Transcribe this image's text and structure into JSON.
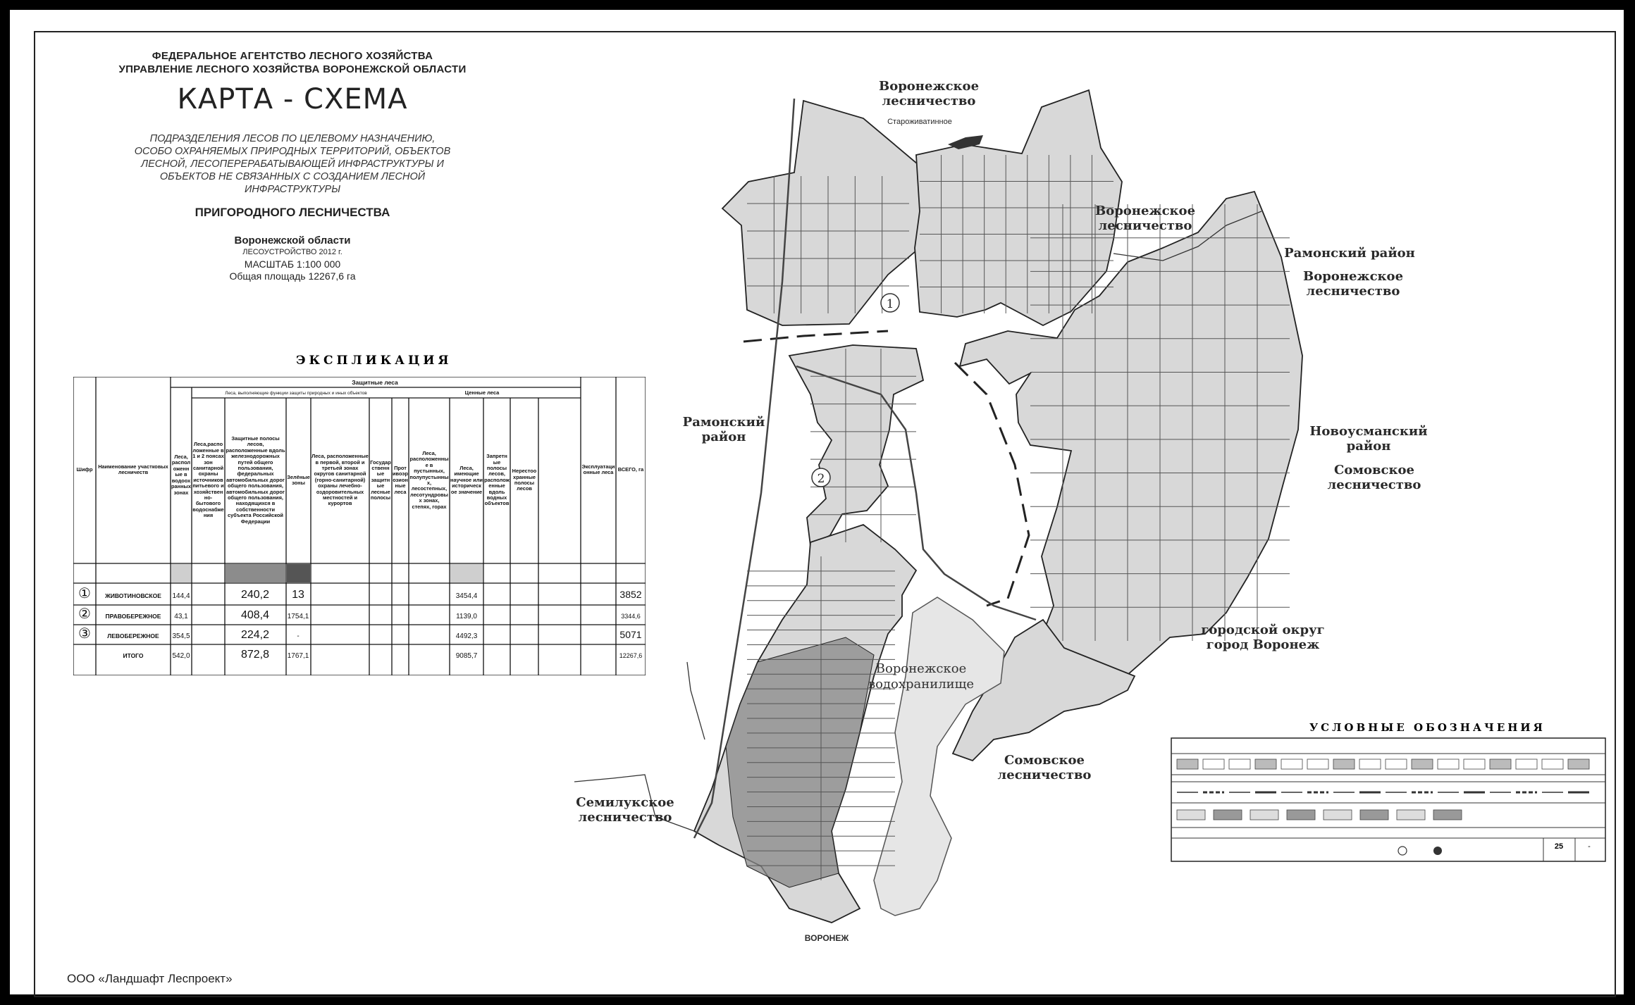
{
  "header": {
    "agency_line1": "ФЕДЕРАЛЬНОЕ АГЕНТСТВО ЛЕСНОГО ХОЗЯЙСТВА",
    "agency_line2": "УПРАВЛЕНИЕ ЛЕСНОГО ХОЗЯЙСТВА ВОРОНЕЖСКОЙ ОБЛАСТИ",
    "title": "КАРТА - СХЕМА",
    "description_lines": [
      "ПОДРАЗДЕЛЕНИЯ ЛЕСОВ ПО ЦЕЛЕВОМУ НАЗНАЧЕНИЮ,",
      "ОСОБО ОХРАНЯЕМЫХ ПРИРОДНЫХ ТЕРРИТОРИЙ, ОБЪЕКТОВ",
      "ЛЕСНОЙ, ЛЕСОПЕРЕРАБАТЫВАЮЩЕЙ ИНФРАСТРУКТУРЫ И",
      "ОБЪЕКТОВ НЕ СВЯЗАННЫХ С СОЗДАНИЕМ ЛЕСНОЙ",
      "ИНФРАСТРУКТУРЫ"
    ],
    "subtitle": "ПРИГОРОДНОГО ЛЕСНИЧЕСТВА",
    "region": "Воронежской области",
    "survey": "ЛЕСОУСТРОЙСТВО 2012 г.",
    "scale": "МАСШТАБ 1:100 000",
    "area": "Общая площадь 12267,6 га"
  },
  "explication": {
    "title": "ЭКСПЛИКАЦИЯ",
    "group_protective": "Защитные леса",
    "group_functions": "Леса, выполняющие функции защиты природных и иных объектов",
    "group_valuable": "Ценные леса",
    "col_code": "Шифр",
    "col_name": "Наименование участковых лесничеств",
    "col_headers": [
      "Леса, расположенные в водоохранных зонах",
      "Леса,расположенные в 1 и 2 поясах зон санитарной охраны источников питьевого и хозяйственно-бытового водоснабжения",
      "Защитные полосы лесов, расположенные вдоль железнодорожных путей общего пользования, федеральных автомобильных дорог общего пользования, автомобильных дорог общего пользования, находящихся в собственности субъекта Российской Федерации",
      "Зелёные зоны",
      "Леса, расположенные в первой, второй и третьей зонах округов санитарной (горно-санитарной) охраны лечебно-оздоровительных местностей и курортов",
      "Государственные защитные лесные полосы",
      "Противоэрозионные леса",
      "Леса, расположенные в пустынных, полупустынных, лесостепных, лесотундровых зонах, степях, горах",
      "Леса, имеющие научное или историческое значение",
      "Запретные полосы лесов, расположенные вдоль водных объектов",
      "Нерестоохранные полосы лесов",
      "Эксплуатационные леса",
      "ВСЕГО, га"
    ],
    "rows": [
      {
        "code": "①",
        "name": "ЖИВОТИНОВСКОЕ",
        "c1": "144,4",
        "c3": "240,2",
        "c4": "13",
        "c9": "3454,4",
        "total": "3852"
      },
      {
        "code": "②",
        "name": "ПРАВОБЕРЕЖНОЕ",
        "c1": "43,1",
        "c3": "408,4",
        "c4": "1754,1",
        "c9": "1139,0",
        "total": "3344,6"
      },
      {
        "code": "③",
        "name": "ЛЕВОБЕРЕЖНОЕ",
        "c1": "354,5",
        "c3": "224,2",
        "c4": "-",
        "c9": "4492,3",
        "total": "5071"
      },
      {
        "code": "",
        "name": "ИТОГО",
        "c1": "542,0",
        "c3": "872,8",
        "c4": "1767,1",
        "c9": "9085,7",
        "total": "12267,6"
      }
    ]
  },
  "map": {
    "labels": {
      "vor1": [
        "Воронежское",
        "лесничество"
      ],
      "starozh": "Староживатинное",
      "vor2": [
        "Воронежское",
        "лесничество"
      ],
      "ramon_dist": "Рамонский район",
      "vor3": [
        "Воронежское",
        "лесничество"
      ],
      "ramon2": [
        "Рамонский",
        "район"
      ],
      "novous": [
        "Новоусманский",
        "район"
      ],
      "som1": [
        "Сомовское",
        "лесничество"
      ],
      "gorod": [
        "городской округ",
        "город Воронеж"
      ],
      "reservoir": [
        "Воронежское",
        "водохранилище"
      ],
      "som2": [
        "Сомовское",
        "лесничество"
      ],
      "semil": [
        "Семилукское",
        "лесничество"
      ],
      "voronezh": "ВОРОНЕЖ",
      "circle1": "1",
      "circle2": "2"
    },
    "colors": {
      "forest": "#d8d8d8",
      "dark": "#8a8a8a",
      "water": "#e6e6e6",
      "line": "#222222"
    }
  },
  "legend": {
    "title": "УСЛОВНЫЕ ОБОЗНАЧЕНИЯ",
    "number_value": "25",
    "number_dash": "-"
  },
  "footer": {
    "company": "ООО «Ландшафт Леспроект»"
  }
}
